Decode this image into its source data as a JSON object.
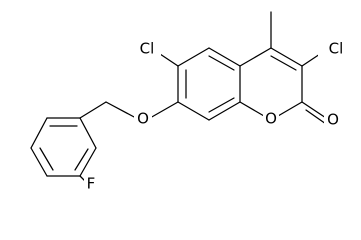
{
  "molecule": {
    "atoms": {
      "cl_left": "Cl",
      "cl_right": "Cl",
      "o_ether": "O",
      "o_ring": "O",
      "o_carbonyl": "O",
      "f_atom": "F"
    }
  }
}
